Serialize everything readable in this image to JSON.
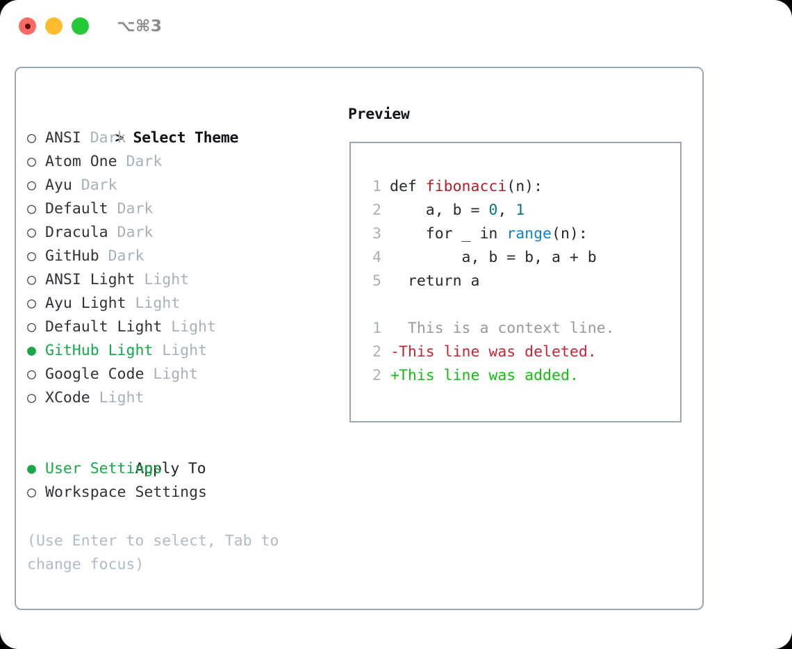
{
  "window": {
    "shortcut": "⌥⌘3",
    "traffic_lights": [
      {
        "name": "close",
        "color": "#fb6a64"
      },
      {
        "name": "minimize",
        "color": "#fdbc2e"
      },
      {
        "name": "maximize",
        "color": "#23c936"
      }
    ]
  },
  "colors": {
    "accent_green": "#17a948",
    "border": "#9aa5b4",
    "muted": "#a8b0ba",
    "hint": "#b0bac6",
    "diff_add": "#13bd13",
    "diff_del": "#cb2431",
    "diff_ctx": "#9a9a9a",
    "token_func": "#b31d28",
    "token_num": "#007a7a",
    "token_builtin": "#1184c4"
  },
  "left": {
    "prompt": ">",
    "title": "Select Theme",
    "marker_selected": "●",
    "marker_unselected": "○",
    "themes": [
      {
        "name": "ANSI",
        "variant": "Dark",
        "selected": false
      },
      {
        "name": "Atom One",
        "variant": "Dark",
        "selected": false
      },
      {
        "name": "Ayu",
        "variant": "Dark",
        "selected": false
      },
      {
        "name": "Default",
        "variant": "Dark",
        "selected": false
      },
      {
        "name": "Dracula",
        "variant": "Dark",
        "selected": false
      },
      {
        "name": "GitHub",
        "variant": "Dark",
        "selected": false
      },
      {
        "name": "ANSI Light",
        "variant": "Light",
        "selected": false
      },
      {
        "name": "Ayu Light",
        "variant": "Light",
        "selected": false
      },
      {
        "name": "Default Light",
        "variant": "Light",
        "selected": false
      },
      {
        "name": "GitHub Light",
        "variant": "Light",
        "selected": true
      },
      {
        "name": "Google Code",
        "variant": "Light",
        "selected": false
      },
      {
        "name": "XCode",
        "variant": "Light",
        "selected": false
      }
    ],
    "apply_to_title": "Apply To",
    "apply_to": [
      {
        "name": "User Settings",
        "selected": true
      },
      {
        "name": "Workspace Settings",
        "selected": false
      }
    ],
    "hint": "(Use Enter to select, Tab to change focus)"
  },
  "right": {
    "preview_title": "Preview",
    "code_lines": [
      {
        "no": "1",
        "gutter": "",
        "segments": [
          {
            "text": "def ",
            "token": "plain"
          },
          {
            "text": "fibonacci",
            "token": "func"
          },
          {
            "text": "(n):",
            "token": "plain"
          }
        ]
      },
      {
        "no": "2",
        "gutter": "",
        "segments": [
          {
            "text": "    a, b = ",
            "token": "plain"
          },
          {
            "text": "0",
            "token": "num"
          },
          {
            "text": ", ",
            "token": "plain"
          },
          {
            "text": "1",
            "token": "num"
          }
        ]
      },
      {
        "no": "3",
        "gutter": "",
        "segments": [
          {
            "text": "    for _ in ",
            "token": "plain"
          },
          {
            "text": "range",
            "token": "builtin"
          },
          {
            "text": "(n):",
            "token": "plain"
          }
        ]
      },
      {
        "no": "4",
        "gutter": "",
        "segments": [
          {
            "text": "        a, b = b, a + b",
            "token": "plain"
          }
        ]
      },
      {
        "no": "5",
        "gutter": "",
        "segments": [
          {
            "text": "  return a",
            "token": "plain"
          }
        ]
      },
      {
        "no": "",
        "gutter": "",
        "segments": []
      },
      {
        "no": "1",
        "gutter": " ",
        "segments": [
          {
            "text": "  This is a context line.",
            "token": "ctx"
          }
        ]
      },
      {
        "no": "2",
        "gutter": "-",
        "segments": [
          {
            "text": " This line was deleted.",
            "token": "del"
          }
        ]
      },
      {
        "no": "2",
        "gutter": "+",
        "segments": [
          {
            "text": " This line was added.",
            "token": "add"
          }
        ]
      }
    ]
  }
}
